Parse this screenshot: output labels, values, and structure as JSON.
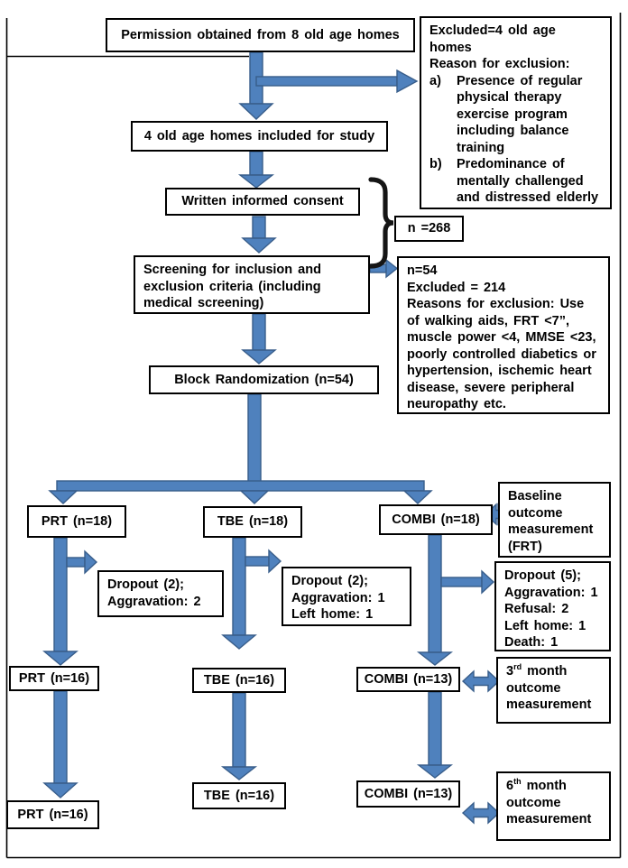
{
  "colors": {
    "arrow_fill": "#4f81bd",
    "arrow_stroke": "#385d8a",
    "box_border": "#000000",
    "background": "#ffffff",
    "text": "#000000"
  },
  "boxes": {
    "permission": "Permission obtained from 8 old age homes",
    "homes_included": "4 old age homes included for study",
    "consent": "Written informed consent",
    "n268": "n =268",
    "screening": "Screening for inclusion and exclusion criteria (including medical screening)",
    "randomization": "Block Randomization (n=54)"
  },
  "excluded_box": {
    "line1": "Excluded=4 old age homes",
    "line2": "Reason for exclusion:",
    "items": [
      {
        "marker": "a)",
        "text": "Presence of regular physical therapy exercise program including balance training"
      },
      {
        "marker": "b)",
        "text": "Predominance of mentally challenged and distressed elderly"
      }
    ]
  },
  "n54_box": {
    "line1": "n=54",
    "line2": "Excluded = 214",
    "body": "Reasons for exclusion: Use of walking aids, FRT <7”, muscle power <4, MMSE <23, poorly controlled diabetics or hypertension, ischemic heart disease, severe peripheral neuropathy etc."
  },
  "arms": {
    "row1": {
      "prt": "PRT (n=18)",
      "tbe": "TBE (n=18)",
      "combi": "COMBI (n=18)"
    },
    "row2": {
      "prt": "PRT (n=16)",
      "tbe": "TBE (n=16)",
      "combi": "COMBI (n=13)"
    },
    "row3": {
      "prt": "PRT (n=16)",
      "tbe": "TBE (n=16)",
      "combi": "COMBI (n=13)"
    }
  },
  "dropouts": {
    "prt": [
      "Dropout (2);",
      "Aggravation: 2"
    ],
    "tbe": [
      "Dropout (2);",
      "Aggravation: 1",
      "Left home: 1"
    ],
    "combi": [
      "Dropout (5);",
      "Aggravation: 1",
      "Refusal: 2",
      "Left home: 1",
      "Death: 1"
    ]
  },
  "outcomes": {
    "baseline": "Baseline outcome measurement (FRT)",
    "third": {
      "num": "3",
      "sup": "rd",
      "rest": " month outcome measurement"
    },
    "sixth": {
      "num": "6",
      "sup": "th",
      "rest": " month outcome measurement"
    }
  }
}
